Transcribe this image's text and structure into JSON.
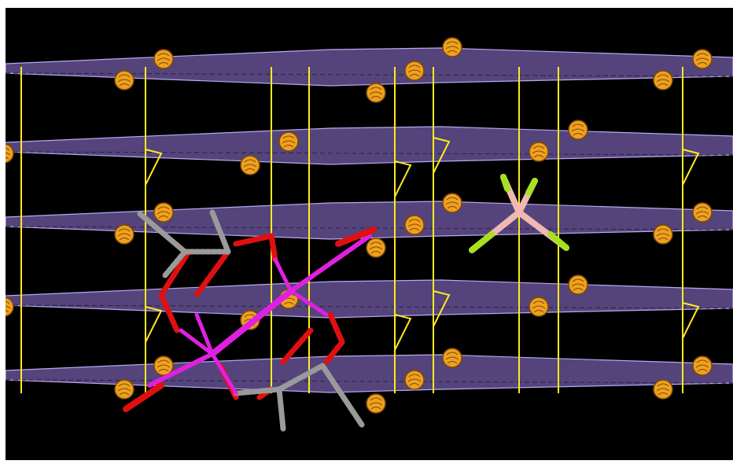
{
  "scene": {
    "kind": "molecular-structure-render",
    "background": "#000000",
    "frame_border": "#ffffff",
    "colors": {
      "plane_fill": "#5b4a86",
      "plane_edge": "#b9a8f0",
      "chain_line": "#ffea1f",
      "metal": "#e020e0",
      "oxygen": "#e01010",
      "carbon": "#9a9a9a",
      "fluorine": "#a8e020",
      "boron": "#f0b8b0",
      "sphere": "#f0a020",
      "sphere_hatch": "#7a4a00"
    },
    "molecule_labels": [
      "metal-carboxylate-cluster",
      "BF4-anion"
    ]
  }
}
